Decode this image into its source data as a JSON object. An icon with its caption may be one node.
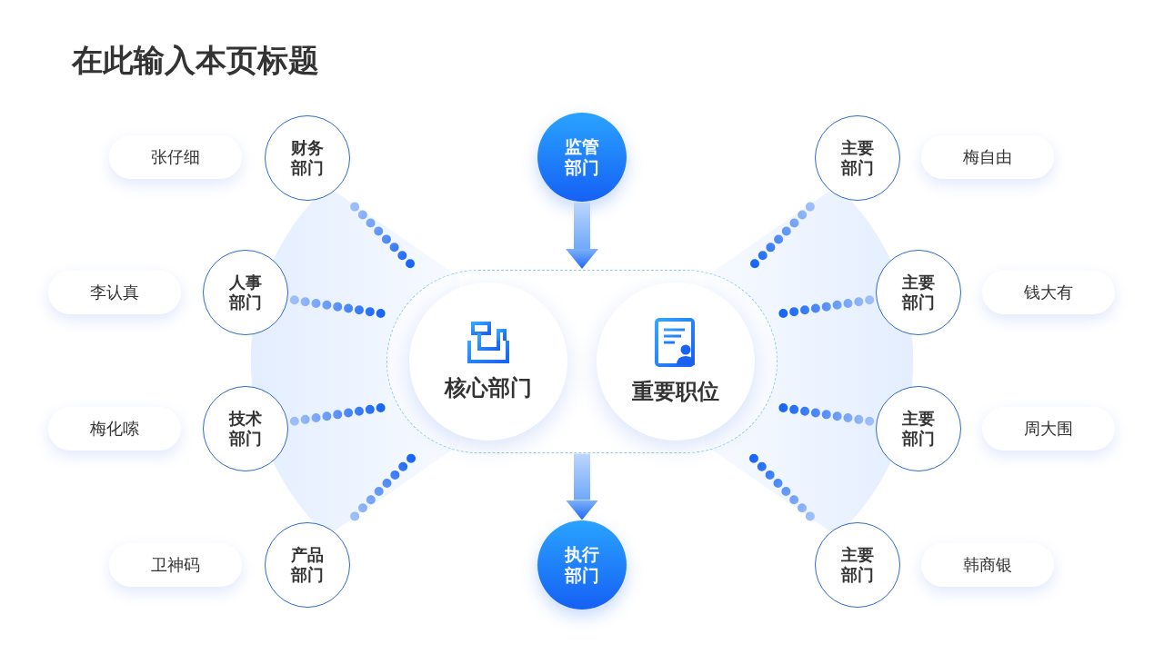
{
  "diagram": {
    "title": "在此输入本页标题",
    "nodes": [
      {
        "text": [
          "监管部门"
        ]
      },
      {
        "text": [],
        "shape": "box"
      },
      {
        "text": [
          "核心部门"
        ],
        "in": 1
      },
      {
        "text": [
          "重要职位"
        ],
        "in": 1
      },
      {
        "text": [
          "执行部门"
        ]
      },
      {
        "text": [
          "财务部门"
        ]
      },
      {
        "text": [
          "张仔细"
        ]
      },
      {
        "text": [
          "人事部门"
        ]
      },
      {
        "text": [
          "李认真"
        ]
      },
      {
        "text": [
          "技术部门"
        ]
      },
      {
        "text": [
          "梅化嗦"
        ]
      },
      {
        "text": [
          "产品部门"
        ]
      },
      {
        "text": [
          "卫神码"
        ]
      },
      {
        "text": [
          "主要部门"
        ]
      },
      {
        "text": [
          "梅自由"
        ]
      },
      {
        "text": [
          "主要部门"
        ]
      },
      {
        "text": [
          "钱大有"
        ]
      },
      {
        "text": [
          "主要部门"
        ]
      },
      {
        "text": [
          "周大围"
        ]
      },
      {
        "text": [
          "主要部门"
        ]
      },
      {
        "text": [
          "韩商银"
        ]
      }
    ],
    "edges": [
      {
        "from": 0,
        "to": 1,
        "arrow": "to"
      },
      {
        "from": 1,
        "to": 4,
        "arrow": "to"
      },
      {
        "from": 5,
        "to": 1,
        "arrow": "none",
        "style": "dashed"
      },
      {
        "from": 7,
        "to": 1,
        "arrow": "none",
        "style": "dashed"
      },
      {
        "from": 9,
        "to": 1,
        "arrow": "none",
        "style": "dashed"
      },
      {
        "from": 11,
        "to": 1,
        "arrow": "none",
        "style": "dashed"
      },
      {
        "from": 13,
        "to": 1,
        "arrow": "none",
        "style": "dashed"
      },
      {
        "from": 15,
        "to": 1,
        "arrow": "none",
        "style": "dashed"
      },
      {
        "from": 17,
        "to": 1,
        "arrow": "none",
        "style": "dashed"
      },
      {
        "from": 19,
        "to": 1,
        "arrow": "none",
        "style": "dashed"
      }
    ]
  }
}
